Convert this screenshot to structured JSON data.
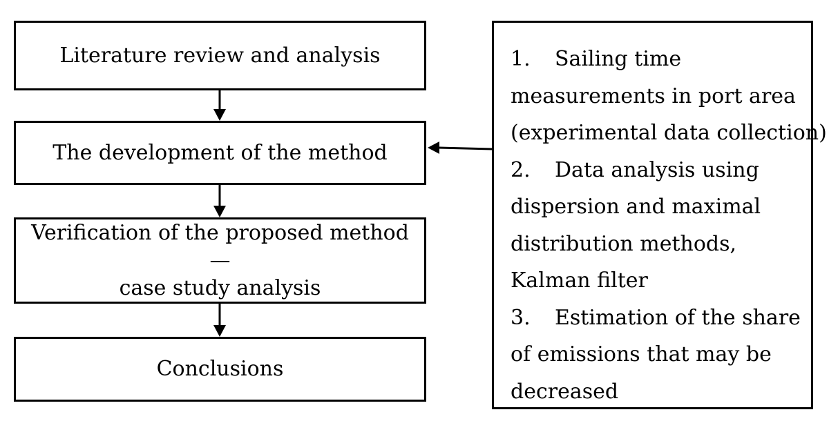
{
  "boxes": {
    "literature": "Literature review and analysis",
    "development": "The development of the method",
    "verification_line1": "Verification of the proposed method—",
    "verification_line2": "case study analysis",
    "conclusions": "Conclusions"
  },
  "side_box": {
    "item1": {
      "number": "1.",
      "line1": "Sailing time",
      "line2": "measurements in port area",
      "line3": "(experimental data collection)"
    },
    "item2": {
      "number": "2.",
      "line1": "Data analysis using",
      "line2": "dispersion and maximal",
      "line3": "distribution methods,",
      "line4": "Kalman filter"
    },
    "item3": {
      "number": "3.",
      "line1": "Estimation of the share",
      "line2": "of emissions that may be",
      "line3": "decreased"
    }
  }
}
